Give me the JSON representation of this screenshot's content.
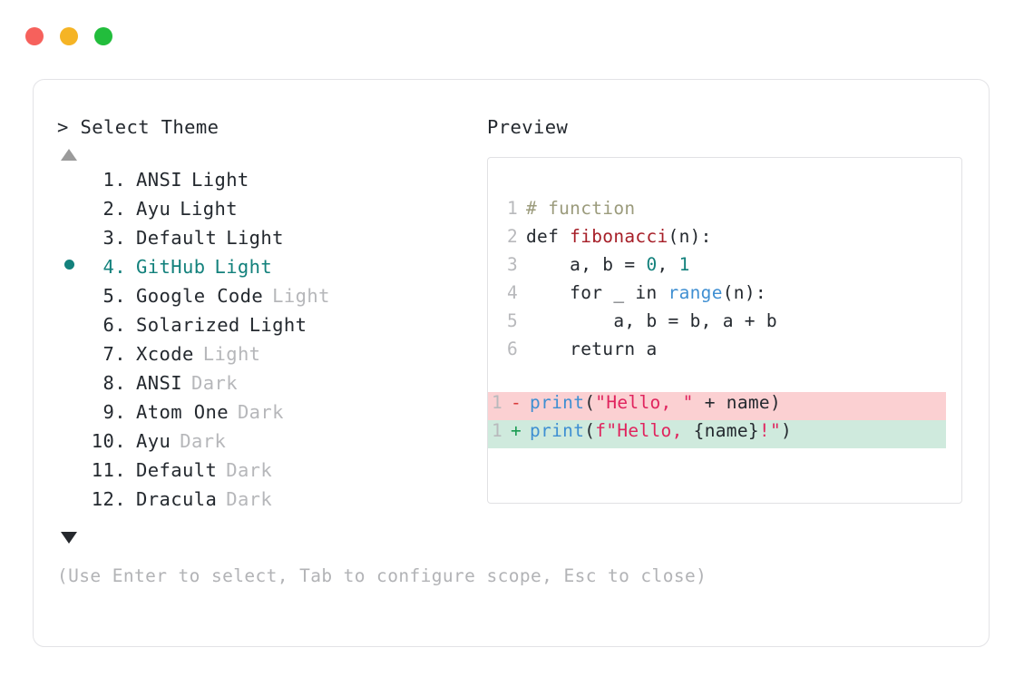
{
  "window": {
    "dots": [
      {
        "name": "close-dot",
        "color": "#f6615c"
      },
      {
        "name": "minimize-dot",
        "color": "#f5b425"
      },
      {
        "name": "maximize-dot",
        "color": "#22bd3c"
      }
    ]
  },
  "selector": {
    "prompt": "> Select Theme",
    "scroll_up_icon": "triangle-up-icon",
    "scroll_down_icon": "triangle-down-icon",
    "selected_index": 4,
    "bullet_icon": "filled-circle-icon",
    "accent_color": "#13817c",
    "items": [
      {
        "index": "1.",
        "name": "ANSI",
        "variant": "Light",
        "variant_dim": false,
        "selected": false
      },
      {
        "index": "2.",
        "name": "Ayu",
        "variant": "Light",
        "variant_dim": false,
        "selected": false
      },
      {
        "index": "3.",
        "name": "Default",
        "variant": "Light",
        "variant_dim": false,
        "selected": false
      },
      {
        "index": "4.",
        "name": "GitHub",
        "variant": "Light",
        "variant_dim": false,
        "selected": true
      },
      {
        "index": "5.",
        "name": "Google Code",
        "variant": "Light",
        "variant_dim": true,
        "selected": false
      },
      {
        "index": "6.",
        "name": "Solarized",
        "variant": "Light",
        "variant_dim": false,
        "selected": false
      },
      {
        "index": "7.",
        "name": "Xcode",
        "variant": "Light",
        "variant_dim": true,
        "selected": false
      },
      {
        "index": "8.",
        "name": "ANSI",
        "variant": "Dark",
        "variant_dim": true,
        "selected": false
      },
      {
        "index": "9.",
        "name": "Atom One",
        "variant": "Dark",
        "variant_dim": true,
        "selected": false
      },
      {
        "index": "10.",
        "name": "Ayu",
        "variant": "Dark",
        "variant_dim": true,
        "selected": false
      },
      {
        "index": "11.",
        "name": "Default",
        "variant": "Dark",
        "variant_dim": true,
        "selected": false
      },
      {
        "index": "12.",
        "name": "Dracula",
        "variant": "Dark",
        "variant_dim": true,
        "selected": false
      }
    ]
  },
  "hint": "(Use Enter to select, Tab to configure scope, Esc to close)",
  "preview": {
    "title": "Preview",
    "code_lines": [
      {
        "ln": "1",
        "tokens": [
          {
            "t": "# function",
            "c": "tok-comment"
          }
        ]
      },
      {
        "ln": "2",
        "tokens": [
          {
            "t": "def ",
            "c": "tok-plain"
          },
          {
            "t": "fibonacci",
            "c": "tok-fn"
          },
          {
            "t": "(n):",
            "c": "tok-plain"
          }
        ]
      },
      {
        "ln": "3",
        "tokens": [
          {
            "t": "    a, b = ",
            "c": "tok-plain"
          },
          {
            "t": "0",
            "c": "tok-num"
          },
          {
            "t": ", ",
            "c": "tok-plain"
          },
          {
            "t": "1",
            "c": "tok-num"
          }
        ]
      },
      {
        "ln": "4",
        "tokens": [
          {
            "t": "    for _ in ",
            "c": "tok-plain"
          },
          {
            "t": "range",
            "c": "tok-builtin"
          },
          {
            "t": "(n):",
            "c": "tok-plain"
          }
        ]
      },
      {
        "ln": "5",
        "tokens": [
          {
            "t": "        a, b = b, a + b",
            "c": "tok-plain"
          }
        ]
      },
      {
        "ln": "6",
        "tokens": [
          {
            "t": "    return a",
            "c": "tok-plain"
          }
        ]
      }
    ],
    "diff_lines": [
      {
        "ln": "1",
        "kind": "del",
        "marker": "-",
        "tokens": [
          {
            "t": "print",
            "c": "tok-builtin"
          },
          {
            "t": "(",
            "c": "tok-plain"
          },
          {
            "t": "\"Hello, \"",
            "c": "tok-str"
          },
          {
            "t": " + name)",
            "c": "tok-plain"
          }
        ]
      },
      {
        "ln": "1",
        "kind": "add",
        "marker": "+",
        "tokens": [
          {
            "t": "print",
            "c": "tok-builtin"
          },
          {
            "t": "(",
            "c": "tok-plain"
          },
          {
            "t": "f\"Hello, ",
            "c": "tok-str"
          },
          {
            "t": "{name}",
            "c": "tok-plain"
          },
          {
            "t": "!\"",
            "c": "tok-str"
          },
          {
            "t": ")",
            "c": "tok-plain"
          }
        ]
      }
    ]
  }
}
